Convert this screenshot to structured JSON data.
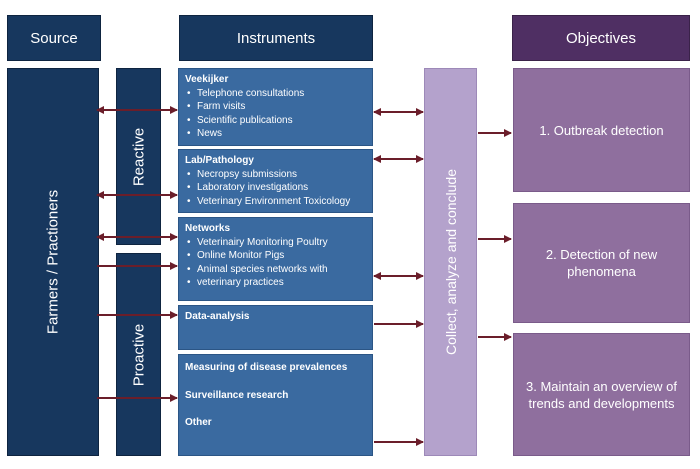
{
  "headers": {
    "source": "Source",
    "instruments": "Instruments",
    "objectives": "Objectives"
  },
  "source_label": "Farmers / Practioners",
  "groups": {
    "reactive": "Reactive",
    "proactive": "Proactive"
  },
  "instruments": {
    "veekijker": {
      "title": "Veekijker",
      "items": [
        "Telephone consultations",
        "Farm visits",
        "Scientific publications",
        "News"
      ]
    },
    "lab": {
      "title": "Lab/Pathology",
      "items": [
        "Necropsy submissions",
        "Laboratory investigations",
        "Veterinary Environment Toxicology"
      ]
    },
    "networks": {
      "title": "Networks",
      "items": [
        "Veterinairy Monitoring Poultry",
        "Online Monitor Pigs",
        "Animal species networks with",
        "veterinary practices"
      ]
    },
    "data_analysis": {
      "title": "Data-analysis"
    },
    "measuring": {
      "line1": "Measuring of disease prevalences",
      "line2": "Surveillance research",
      "line3": "Other"
    }
  },
  "collect_label": "Collect, analyze and conclude",
  "objectives": [
    "1. Outbreak detection",
    "2. Detection of new phenomena",
    "3. Maintain an overview of trends and developments"
  ],
  "colors": {
    "dark_navy": "#17375e",
    "instrument_blue": "#3a6aa0",
    "collect_lavender": "#b4a2cc",
    "objective_purple": "#8f6f9e",
    "header_purple": "#4f2f63",
    "arrow_maroon": "#6b1e2a"
  }
}
